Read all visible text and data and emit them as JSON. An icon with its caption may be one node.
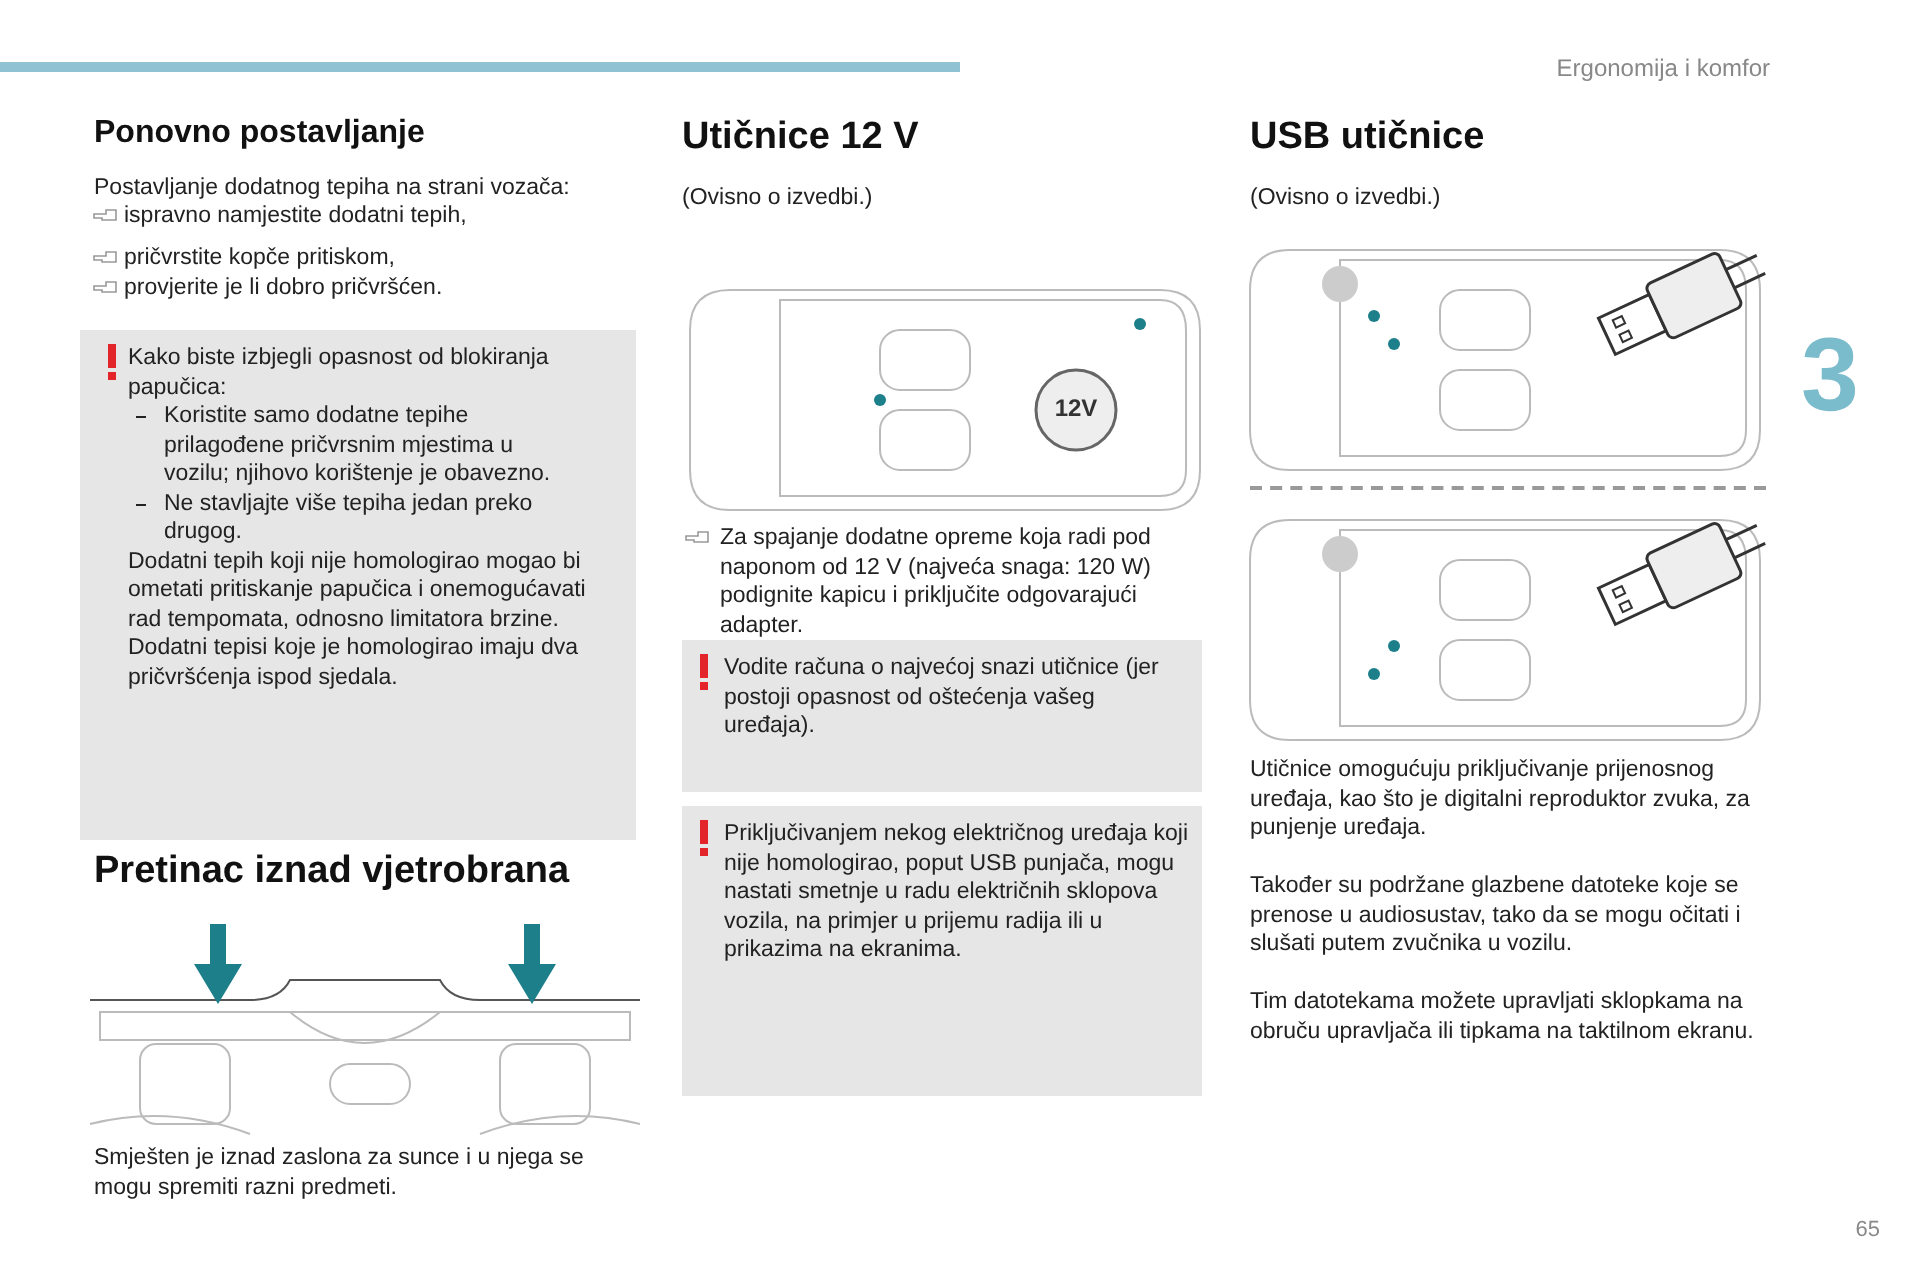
{
  "diagram": {
    "labels": [
      "Ponovno postavljanje",
      "Postavljanje dodatnog tepiha na strani vozača:",
      "ispravno namjestite dodatni tepih,",
      "pričvrstite kopče pritiskom,",
      "provjerite je li dobro pričvršćen.",
      "Kako biste izbjegli opasnost od blokiranja papučica:",
      "Koristite samo dodatne tepihe prilagođene pričvrsnim mjestima u vozilu; njihovo korištenje je obavezno.",
      "Ne stavljajte više tepiha jedan preko drugog.",
      "Dodatni tepih koji nije homologirao mogao bi ometati pritiskanje papučica i onemogućavati rad tempomata, odnosno limitatora brzine.",
      "Dodatni tepisi koje je homologirao imaju dva pričvršćenja ispod sjedala.",
      "Pretinac iznad vjetrobrana",
      "Smješten je iznad zaslona za sunce i u njega se mogu spremiti razni predmeti.",
      "Utičnice 12 V",
      "(Ovisno o izvedbi.)",
      "12V",
      "Za spajanje dodatne opreme koja radi pod naponom od 12 V (najveća snaga: 120 W) podignite kapicu i priključite odgovarajući adapter.",
      "Vodite računa o najvećoj snazi utičnice (jer postoji opasnost od oštećenja vašeg uređaja).",
      "Priključivanjem nekog električnog uređaja koji nije homologirao, poput USB punjača, mogu nastati smetnje u radu električnih sklopova vozila, na primjer u prijemu radija ili u prikazima na ekranima.",
      "USB utičnice",
      "(Ovisno o izvedbi.)",
      "Utičnice omogućuju priključivanje prijenosnog uređaja, kao što je digitalni reproduktor zvuka, za punjenje uređaja.",
      "Također su podržane glazbene datoteke koje se prenose u audiosustav, tako da se mogu očitati i slušati putem zvučnika u vozilu.",
      "Tim datotekama možete upravljati sklopkama na obruču upravljača ili tipkama na taktilnom ekranu.",
      "Ergonomija i komfor",
      "3",
      "65"
    ]
  }
}
